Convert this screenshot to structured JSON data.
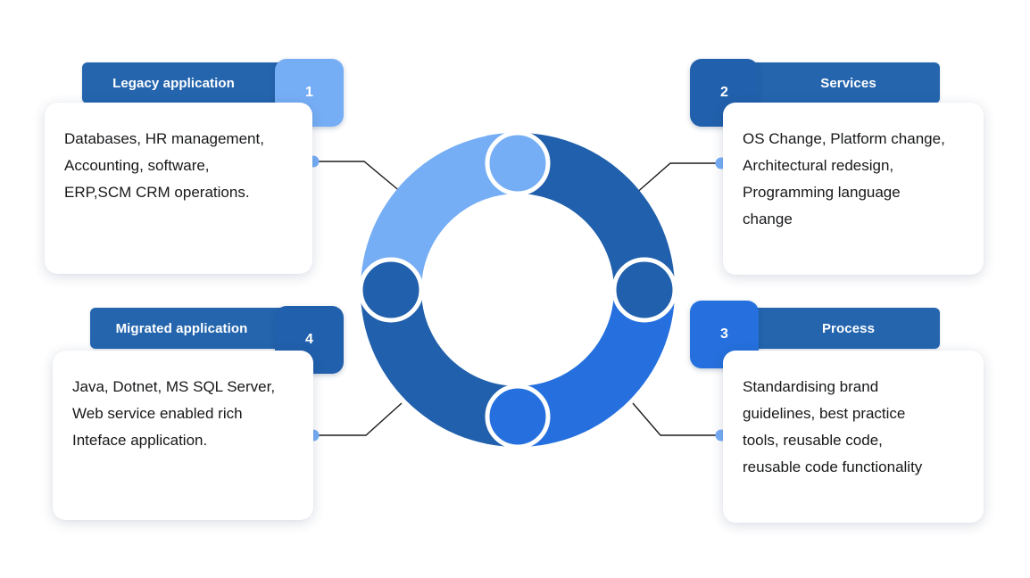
{
  "diagram": {
    "type": "cycle-donut",
    "background": "#ffffff",
    "colors": {
      "segment_light": "#76aef5",
      "segment_dark": "#2160ac",
      "segment_bright": "#2570de",
      "title_bar": "#2465ae",
      "connector_dot": "#76aef5",
      "connector_line": "#1d1d1d",
      "body_text": "#17181a",
      "card_background": "#ffffff"
    }
  },
  "quadrants": [
    {
      "number": "1",
      "title": "Legacy application",
      "body": "Databases, HR management,\nAccounting, software,\nERP,SCM CRM operations.",
      "badge_color": "#76aef5",
      "segment_color": "#76aef5",
      "position": "top-left"
    },
    {
      "number": "2",
      "title": "Services",
      "body": "OS Change, Platform change,\nArchitectural redesign,\nProgramming language\nchange",
      "badge_color": "#2160ac",
      "segment_color": "#2160ac",
      "position": "top-right"
    },
    {
      "number": "3",
      "title": "Process",
      "body": "Standardising brand\nguidelines, best practice\ntools, reusable code,\nreusable code functionality",
      "badge_color": "#2570de",
      "segment_color": "#2570de",
      "position": "bottom-right"
    },
    {
      "number": "4",
      "title": "Migrated application",
      "body": "Java, Dotnet, MS SQL Server,\nWeb service enabled rich\nInteface application.",
      "badge_color": "#2160ac",
      "segment_color": "#2160ac",
      "position": "bottom-left"
    }
  ],
  "wheel": {
    "segments": [
      {
        "name": "segment-1-legacy-application",
        "color": "#76aef5",
        "quadrant": "top-left"
      },
      {
        "name": "segment-2-services",
        "color": "#2160ac",
        "quadrant": "top-right"
      },
      {
        "name": "segment-3-process",
        "color": "#2570de",
        "quadrant": "bottom-right"
      },
      {
        "name": "segment-4-migrated-application",
        "color": "#2160ac",
        "quadrant": "bottom-left"
      }
    ]
  }
}
